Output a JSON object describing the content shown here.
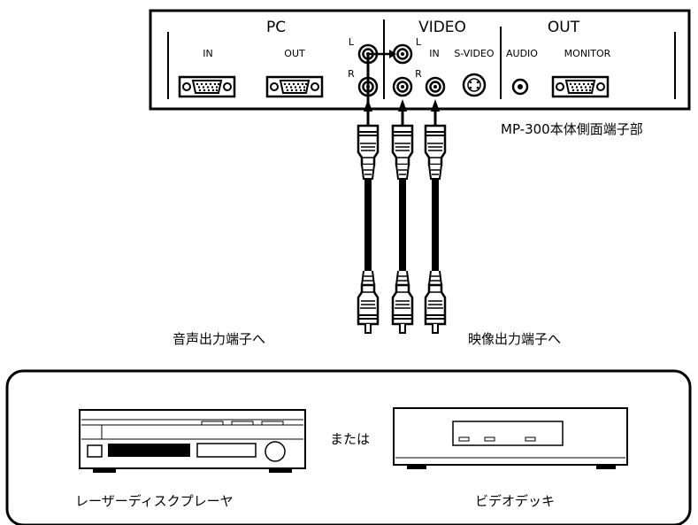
{
  "panel": {
    "title_pc": "PC",
    "title_video": "VIDEO",
    "title_out": "OUT",
    "label_pc_in": "IN",
    "label_pc_out": "OUT",
    "label_l_top": "L",
    "label_r_top": "R",
    "label_l_video": "L",
    "label_r_video": "R",
    "label_video_in": "IN",
    "label_s_video": "S-VIDEO",
    "label_audio": "AUDIO",
    "label_monitor": "MONITOR",
    "caption": "MP-300本体側面端子部"
  },
  "cables": {
    "audio_label": "音声出力端子へ",
    "video_label": "映像出力端子へ"
  },
  "devices": {
    "or_text": "または",
    "laser_disc_label": "レーザーディスクプレーヤ",
    "vcr_label": "ビデオデッキ"
  }
}
